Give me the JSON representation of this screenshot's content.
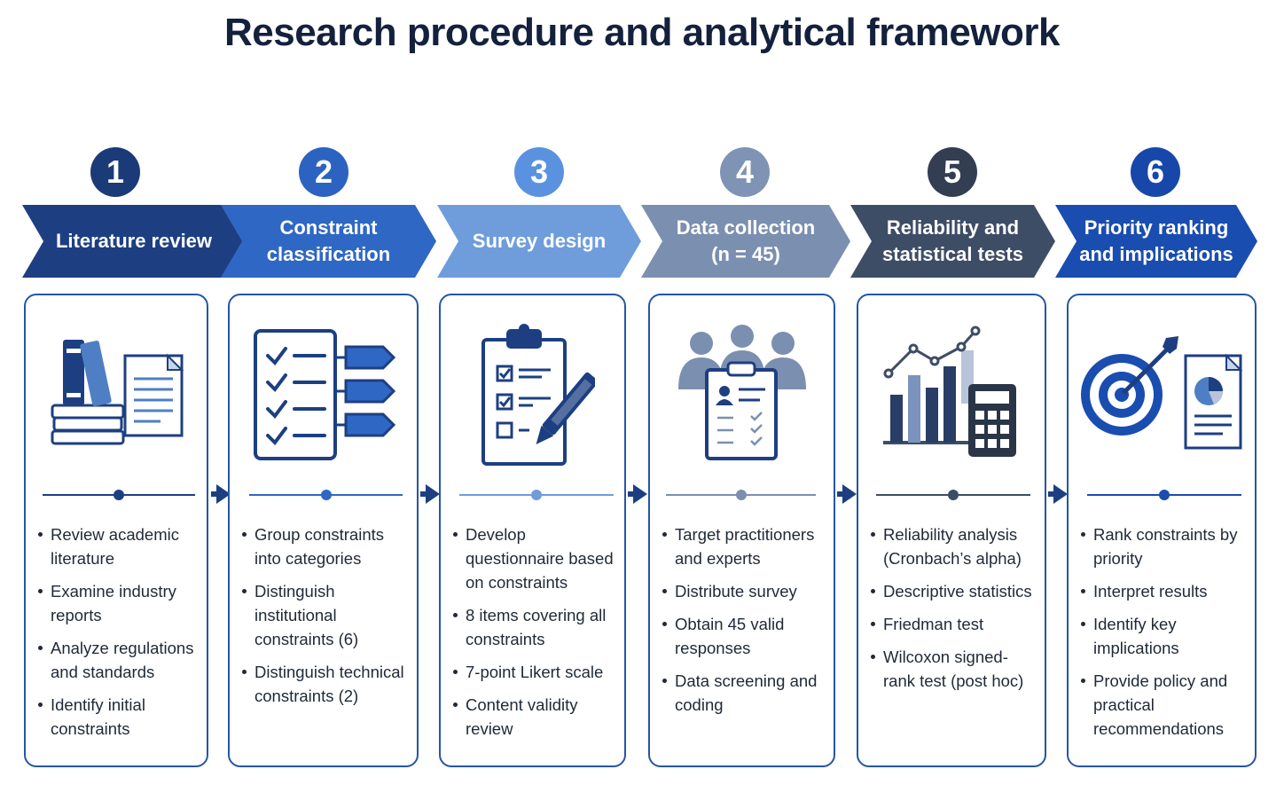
{
  "title": "Research procedure and analytical framework",
  "colors": {
    "step1": "#1d3f82",
    "step2": "#2f67c4",
    "step3": "#6f9ddc",
    "step4": "#7b8fb0",
    "step5": "#3e4d66",
    "step6": "#1a4db0",
    "circle1": "#1b3a78",
    "circle2": "#2c63c0",
    "circle3": "#5a92e0",
    "circle4": "#7f93b4",
    "circle5": "#333e52",
    "circle6": "#1847aa"
  },
  "steps": [
    {
      "number": "1",
      "label_lines": [
        "Literature review"
      ],
      "icon": "books-document-icon",
      "bullets": [
        "Review academic literature",
        "Examine industry reports",
        "Analyze regulations and standards",
        "Identify initial constraints"
      ]
    },
    {
      "number": "2",
      "label_lines": [
        "Constraint",
        "classification"
      ],
      "icon": "checklist-tags-icon",
      "bullets": [
        "Group constraints into categories",
        "Distinguish institutional constraints (6)",
        "Distinguish technical constraints (2)"
      ]
    },
    {
      "number": "3",
      "label_lines": [
        "Survey design"
      ],
      "icon": "clipboard-pen-icon",
      "bullets": [
        "Develop questionnaire based on constraints",
        "8 items covering all constraints",
        "7-point Likert scale",
        "Content validity review"
      ]
    },
    {
      "number": "4",
      "label_lines": [
        "Data collection",
        "(n = 45)"
      ],
      "icon": "people-survey-icon",
      "bullets": [
        "Target practitioners and experts",
        "Distribute survey",
        "Obtain 45 valid responses",
        "Data screening and coding"
      ]
    },
    {
      "number": "5",
      "label_lines": [
        "Reliability and",
        "statistical tests"
      ],
      "icon": "chart-calculator-icon",
      "bullets": [
        "Reliability analysis (Cronbach’s alpha)",
        "Descriptive statistics",
        "Friedman test",
        "Wilcoxon signed-rank test (post hoc)"
      ]
    },
    {
      "number": "6",
      "label_lines": [
        "Priority ranking",
        "and implications"
      ],
      "icon": "target-report-icon",
      "bullets": [
        "Rank constraints by priority",
        "Interpret results",
        "Identify key implications",
        "Provide policy and practical recommendations"
      ]
    }
  ]
}
